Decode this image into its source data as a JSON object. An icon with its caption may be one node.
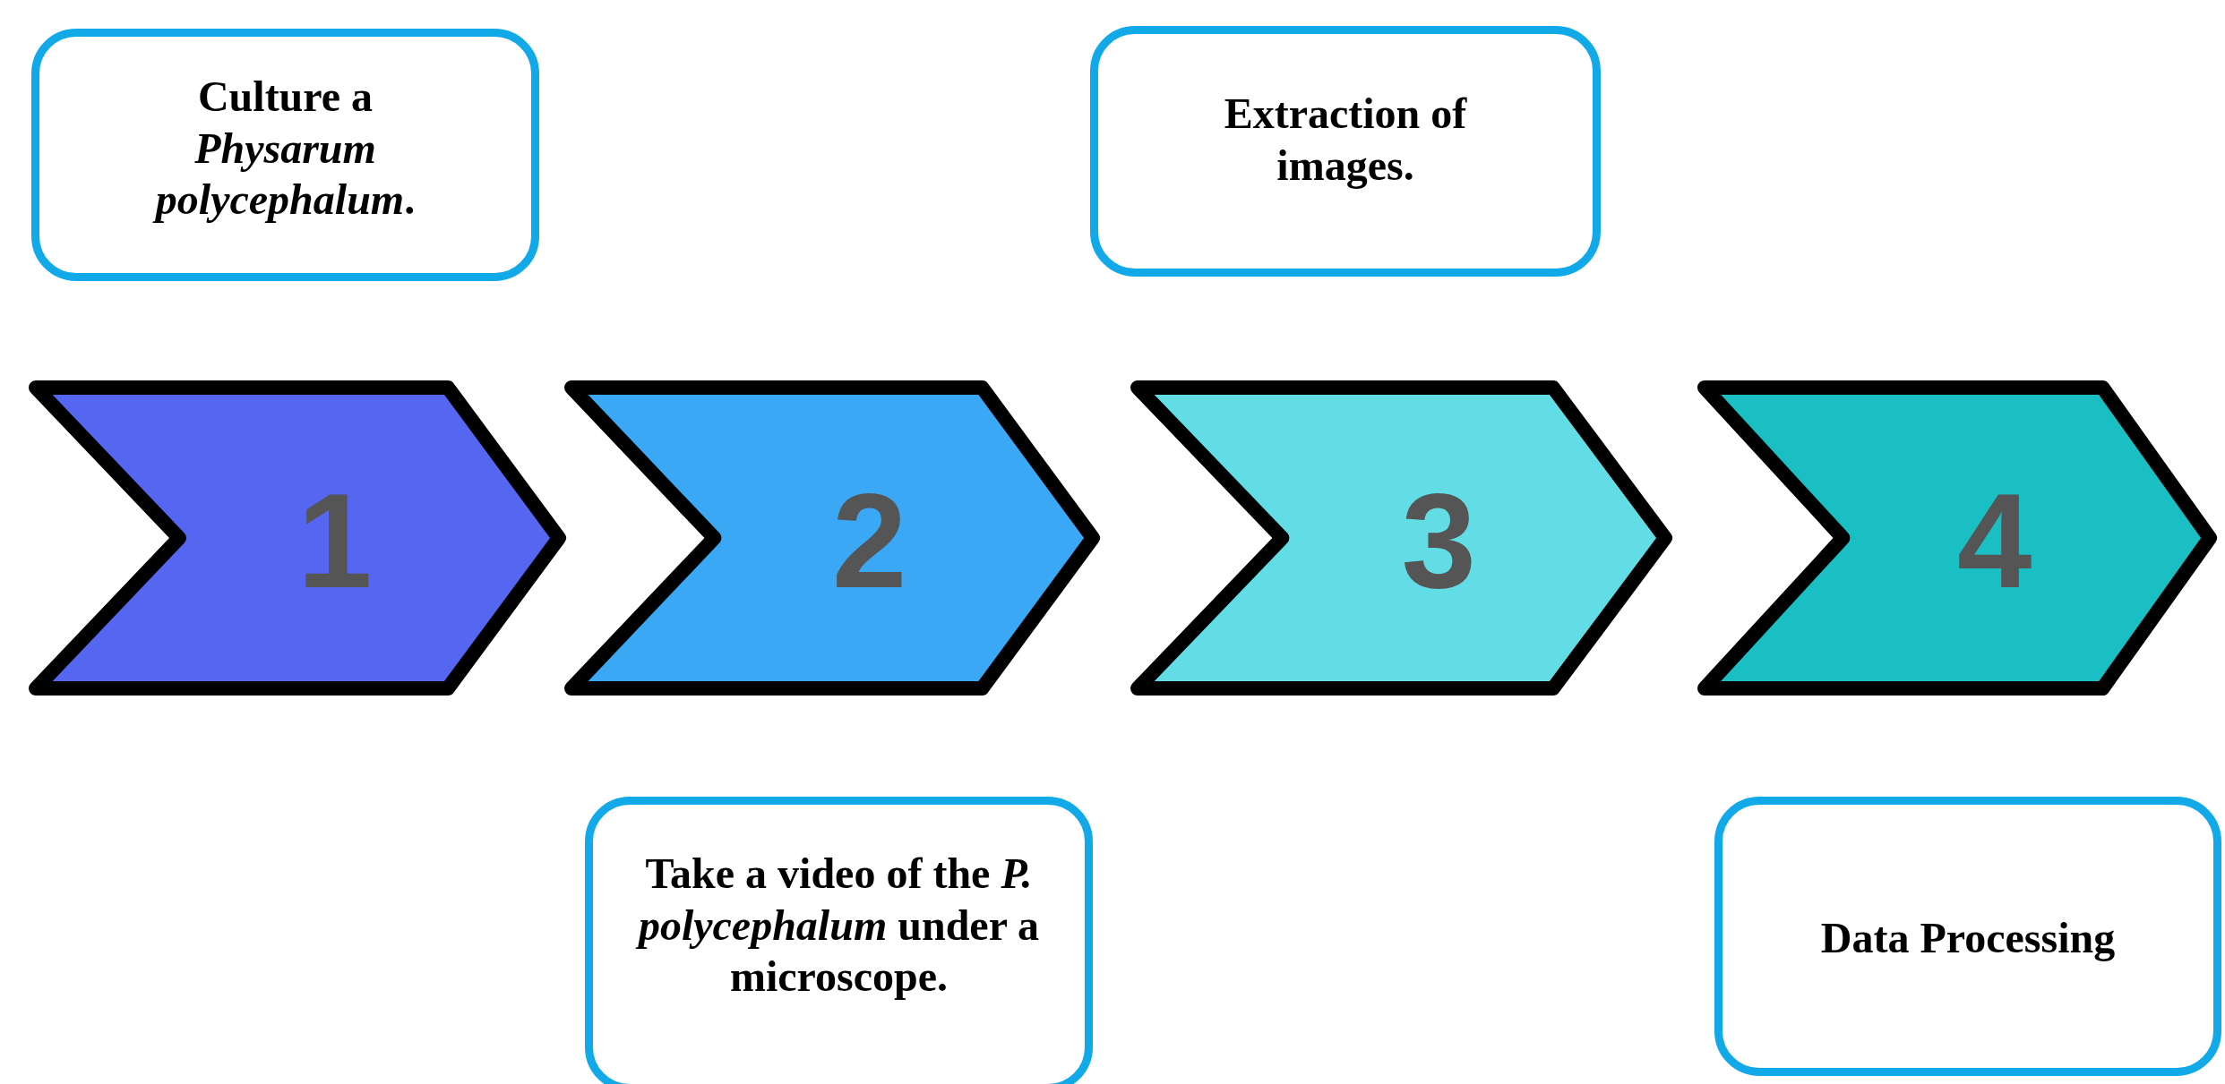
{
  "diagram": {
    "nodes": [
      {
        "text": [
          "Culture a *Physarum polycephalum*."
        ]
      },
      {
        "text": [
          "Extraction of images."
        ]
      },
      {
        "text": [
          "1"
        ]
      },
      {
        "text": [
          "2"
        ]
      },
      {
        "text": [
          "3"
        ]
      },
      {
        "text": [
          "4"
        ]
      },
      {
        "text": [
          "Take a video of the *P. polycephalum* under a microscope."
        ]
      },
      {
        "text": [
          "Data Processing"
        ]
      }
    ]
  }
}
